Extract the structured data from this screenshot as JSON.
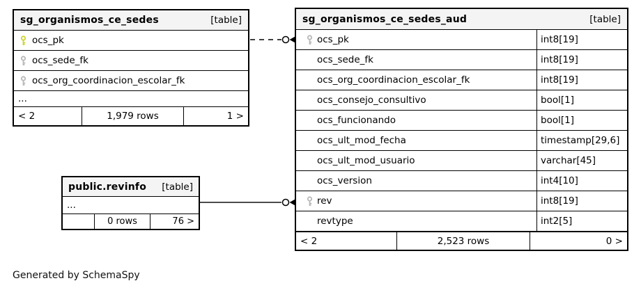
{
  "app": {
    "credit": "Generated by SchemaSpy"
  },
  "colors": {
    "primary_key_icon": "#ccd42e",
    "foreign_key_icon": "#b8b8b8",
    "header_bg": "#f4f4f4",
    "border": "#000000",
    "solid_wire": "#4b4b4b",
    "dashed_wire": "#000000"
  },
  "tables": [
    {
      "title": "sg_organismos_ce_sedes",
      "tag": "[table]",
      "columns": [
        {
          "name": "ocs_pk",
          "key": "primary"
        },
        {
          "name": "ocs_sede_fk",
          "key": "foreign"
        },
        {
          "name": "ocs_org_coordinacion_escolar_fk",
          "key": "foreign"
        }
      ],
      "ellipsis": "...",
      "footer": {
        "left": "< 2",
        "center": "1,979 rows",
        "right": "1 >"
      }
    },
    {
      "title": "sg_organismos_ce_sedes_aud",
      "tag": "[table]",
      "columns": [
        {
          "name": "ocs_pk",
          "type": "int8[19]",
          "key": "foreign"
        },
        {
          "name": "ocs_sede_fk",
          "type": "int8[19]"
        },
        {
          "name": "ocs_org_coordinacion_escolar_fk",
          "type": "int8[19]"
        },
        {
          "name": "ocs_consejo_consultivo",
          "type": "bool[1]"
        },
        {
          "name": "ocs_funcionando",
          "type": "bool[1]"
        },
        {
          "name": "ocs_ult_mod_fecha",
          "type": "timestamp[29,6]"
        },
        {
          "name": "ocs_ult_mod_usuario",
          "type": "varchar[45]"
        },
        {
          "name": "ocs_version",
          "type": "int4[10]"
        },
        {
          "name": "rev",
          "type": "int8[19]",
          "key": "foreign"
        },
        {
          "name": "revtype",
          "type": "int2[5]"
        }
      ],
      "footer": {
        "left": "< 2",
        "center": "2,523 rows",
        "right": "0 >"
      }
    },
    {
      "title": "public.revinfo",
      "tag": "[table]",
      "ellipsis": "...",
      "footer": {
        "left": "",
        "center": "0 rows",
        "right": "76 >"
      }
    }
  ],
  "relationships": [
    {
      "from": "sg_organismos_ce_sedes.ocs_pk",
      "to": "sg_organismos_ce_sedes_aud.ocs_pk",
      "style": "dashed"
    },
    {
      "from": "public.revinfo",
      "to": "sg_organismos_ce_sedes_aud.rev",
      "style": "solid"
    }
  ]
}
